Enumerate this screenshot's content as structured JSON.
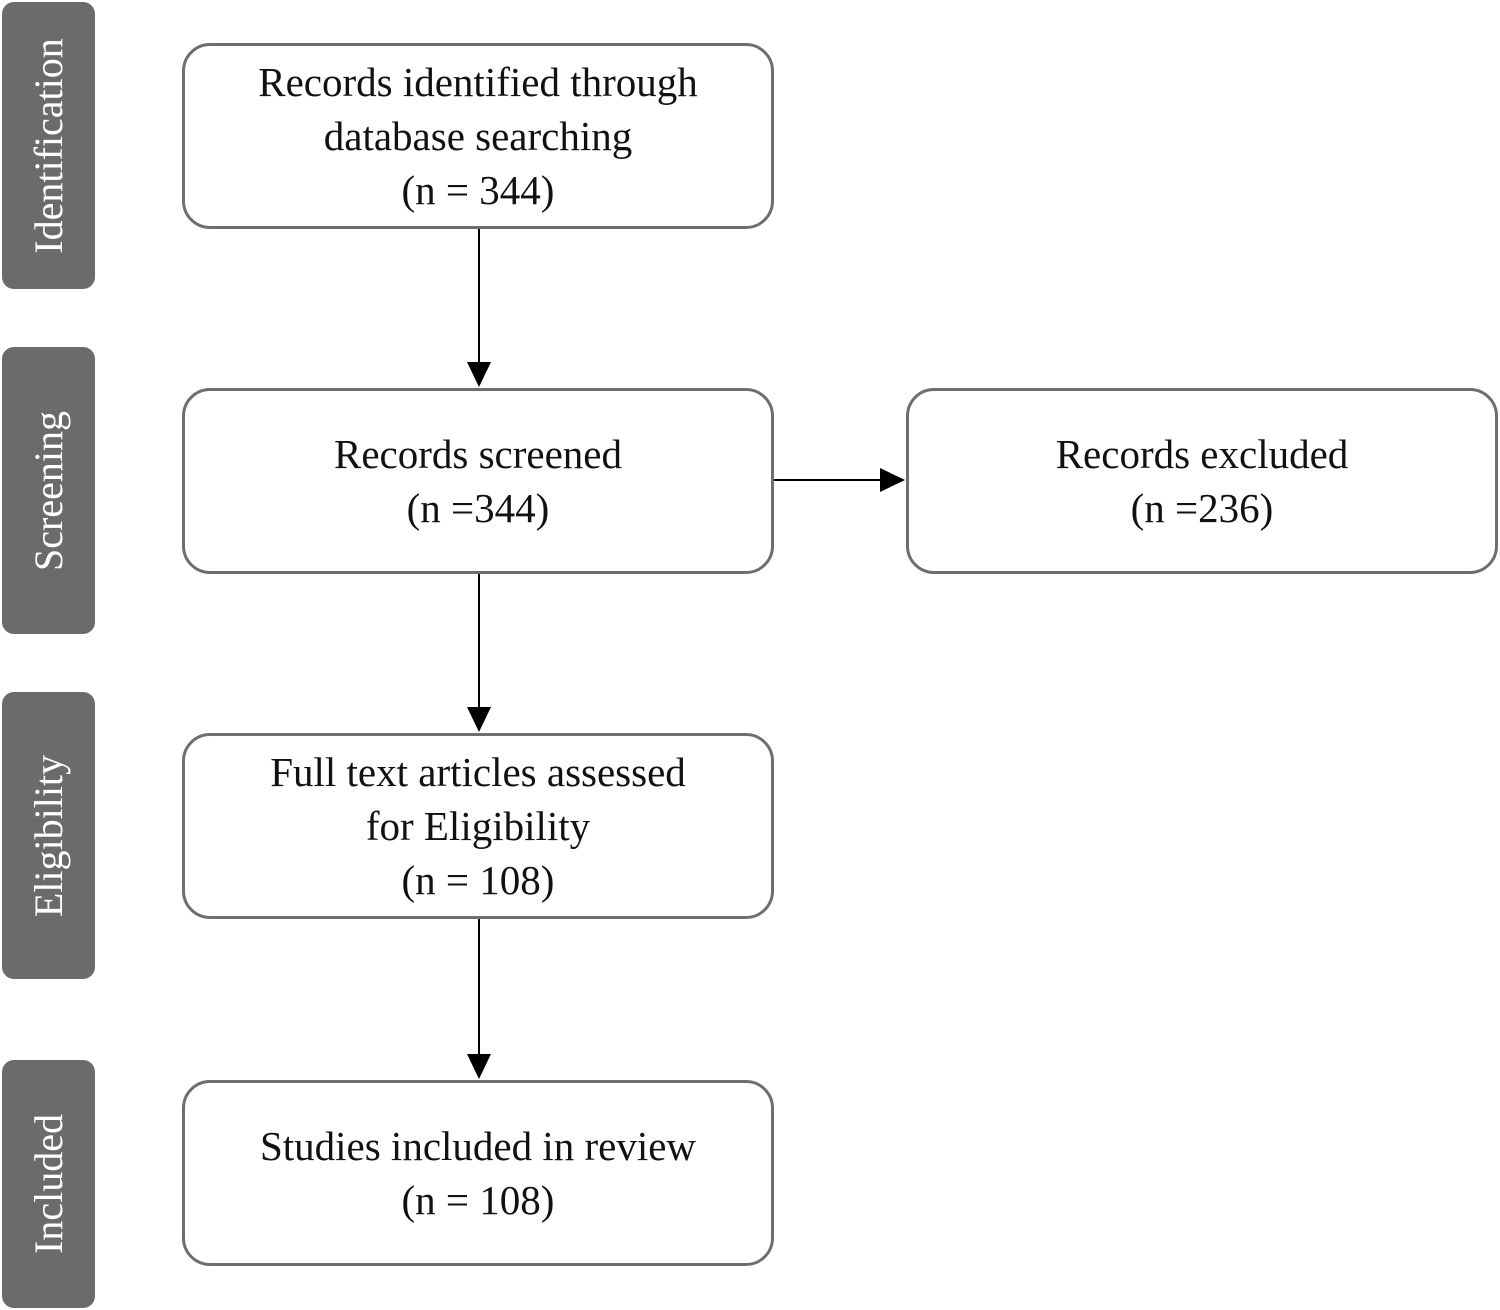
{
  "stages": {
    "identification": "Identification",
    "screening": "Screening",
    "eligibility": "Eligibility",
    "included": "Included"
  },
  "boxes": {
    "identified": {
      "lines": [
        "Records identified through",
        "database searching",
        "(n = 344)"
      ]
    },
    "screened": {
      "lines": [
        "Records screened",
        "(n =344)"
      ]
    },
    "excluded": {
      "lines": [
        "Records excluded",
        "(n =236)"
      ]
    },
    "eligibility": {
      "lines": [
        "Full text articles assessed",
        "for Eligibility",
        "(n = 108)"
      ]
    },
    "included": {
      "lines": [
        "Studies included in review",
        "(n = 108)"
      ]
    }
  },
  "colors": {
    "stage_fill": "#6b6b6b",
    "box_border": "#6e6e6e",
    "arrow": "#000000"
  }
}
